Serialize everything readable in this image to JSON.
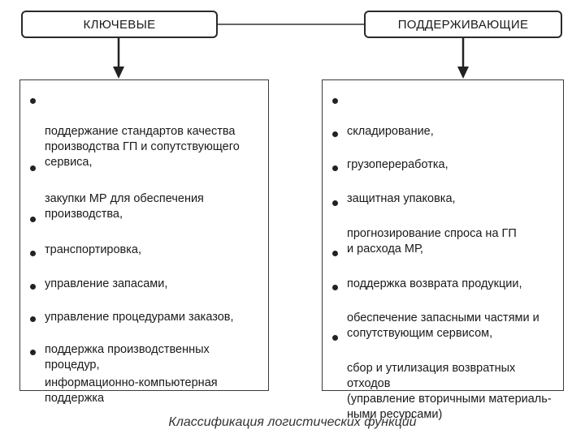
{
  "headers": {
    "left": "КЛЮЧЕВЫЕ",
    "right": "ПОДДЕРЖИВАЮЩИЕ"
  },
  "left_items": [
    "поддержание стандартов качества\nпроизводства ГП и сопутствующего\nсервиса,",
    "закупки МР для обеспечения\nпроизводства,",
    "транспортировка,",
    "управление запасами,",
    "управление процедурами заказов,",
    "поддержка производственных процедур,",
    "информационно-компьютерная\nподдержка"
  ],
  "right_items": [
    "складирование,",
    "грузопереработка,",
    "защитная упаковка,",
    "прогнозирование спроса на ГП\nи расхода МР,",
    "поддержка возврата продукции,",
    "обеспечение запасными частями и\nсопутствующим сервисом,",
    "сбор и утилизация возвратных отходов\n(управление вторичными материаль-\nными ресурсами)"
  ],
  "caption": "Классификация логистических функций"
}
